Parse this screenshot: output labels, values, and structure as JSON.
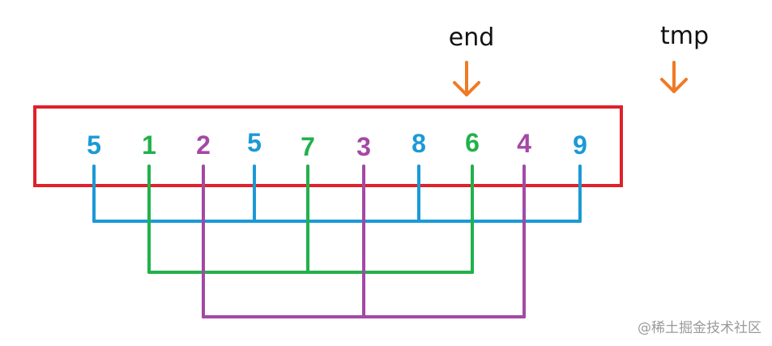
{
  "numbers": [
    {
      "label": "5",
      "group": "blue"
    },
    {
      "label": "1",
      "group": "green"
    },
    {
      "label": "2",
      "group": "purple"
    },
    {
      "label": "5",
      "group": "blue"
    },
    {
      "label": "7",
      "group": "green"
    },
    {
      "label": "3",
      "group": "purple"
    },
    {
      "label": "8",
      "group": "blue"
    },
    {
      "label": "6",
      "group": "green"
    },
    {
      "label": "4",
      "group": "purple"
    },
    {
      "label": "9",
      "group": "blue"
    }
  ],
  "pointers": {
    "end": {
      "label": "end",
      "index": 7
    },
    "tmp": {
      "label": "tmp",
      "index": 10
    }
  },
  "colors": {
    "blue": "#1a9ad6",
    "green": "#22b14c",
    "purple": "#a349a4",
    "box": "#e0202a",
    "arrow": "#f07a26"
  },
  "watermark": "@稀土掘金技术社区"
}
